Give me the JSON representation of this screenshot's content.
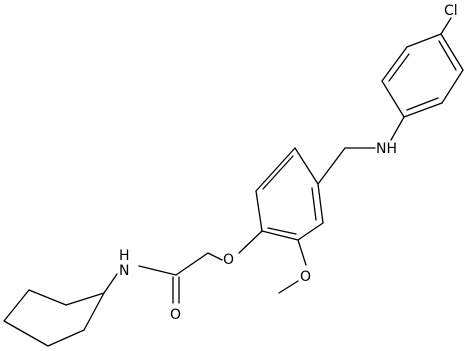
{
  "atom_labels": {
    "cl": "Cl",
    "nh_aniline": "NH",
    "o_ether": "O",
    "o_methoxy": "O",
    "nh_amide": "N",
    "nh_amide_h": "H",
    "o_carbonyl": "O"
  },
  "colors": {
    "bond": "#000000",
    "background": "#ffffff"
  }
}
